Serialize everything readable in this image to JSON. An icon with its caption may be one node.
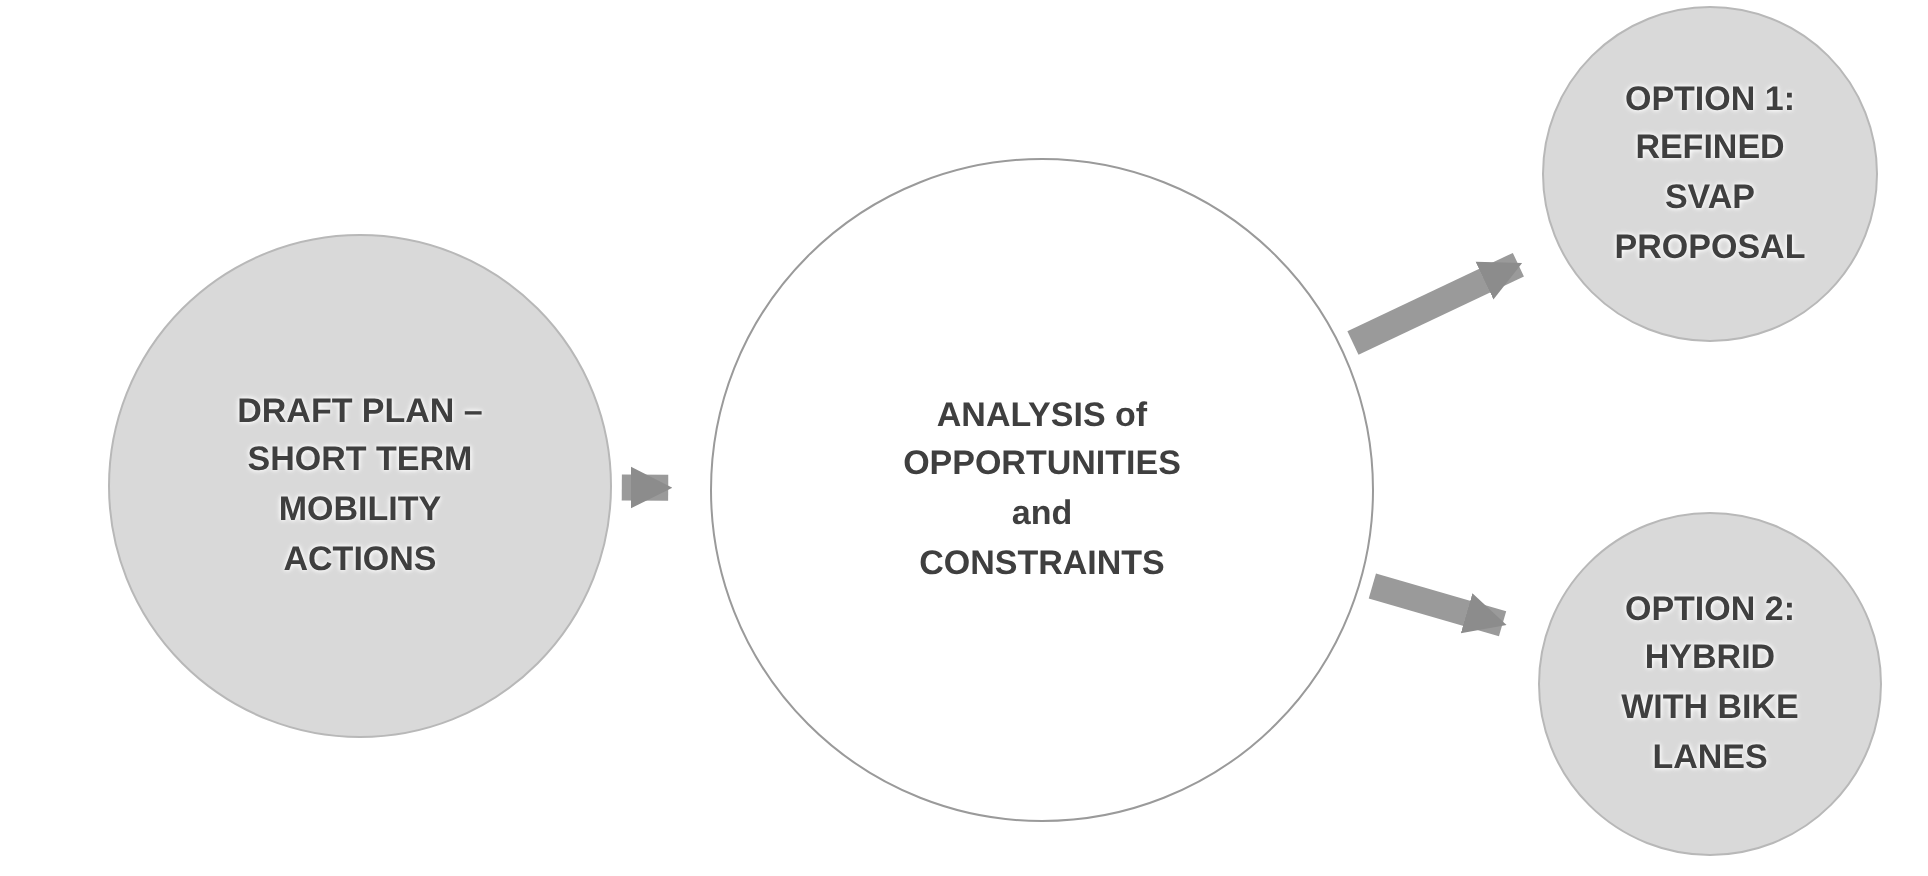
{
  "diagram": {
    "nodes": [
      {
        "text": [
          "DRAFT PLAN – SHORT TERM MOBILITY ACTIONS"
        ]
      },
      {
        "text": [
          "ANALYSIS of OPPORTUNITIES and CONSTRAINTS"
        ]
      },
      {
        "text": [
          "OPTION 1: REFINED SVAP PROPOSAL"
        ]
      },
      {
        "text": [
          "OPTION 2: HYBRID WITH BIKE LANES"
        ]
      }
    ],
    "edges": [
      {
        "from": 0,
        "to": 1,
        "arrow": "to"
      },
      {
        "from": 1,
        "to": 2,
        "arrow": "to"
      },
      {
        "from": 1,
        "to": 3,
        "arrow": "to"
      }
    ]
  }
}
